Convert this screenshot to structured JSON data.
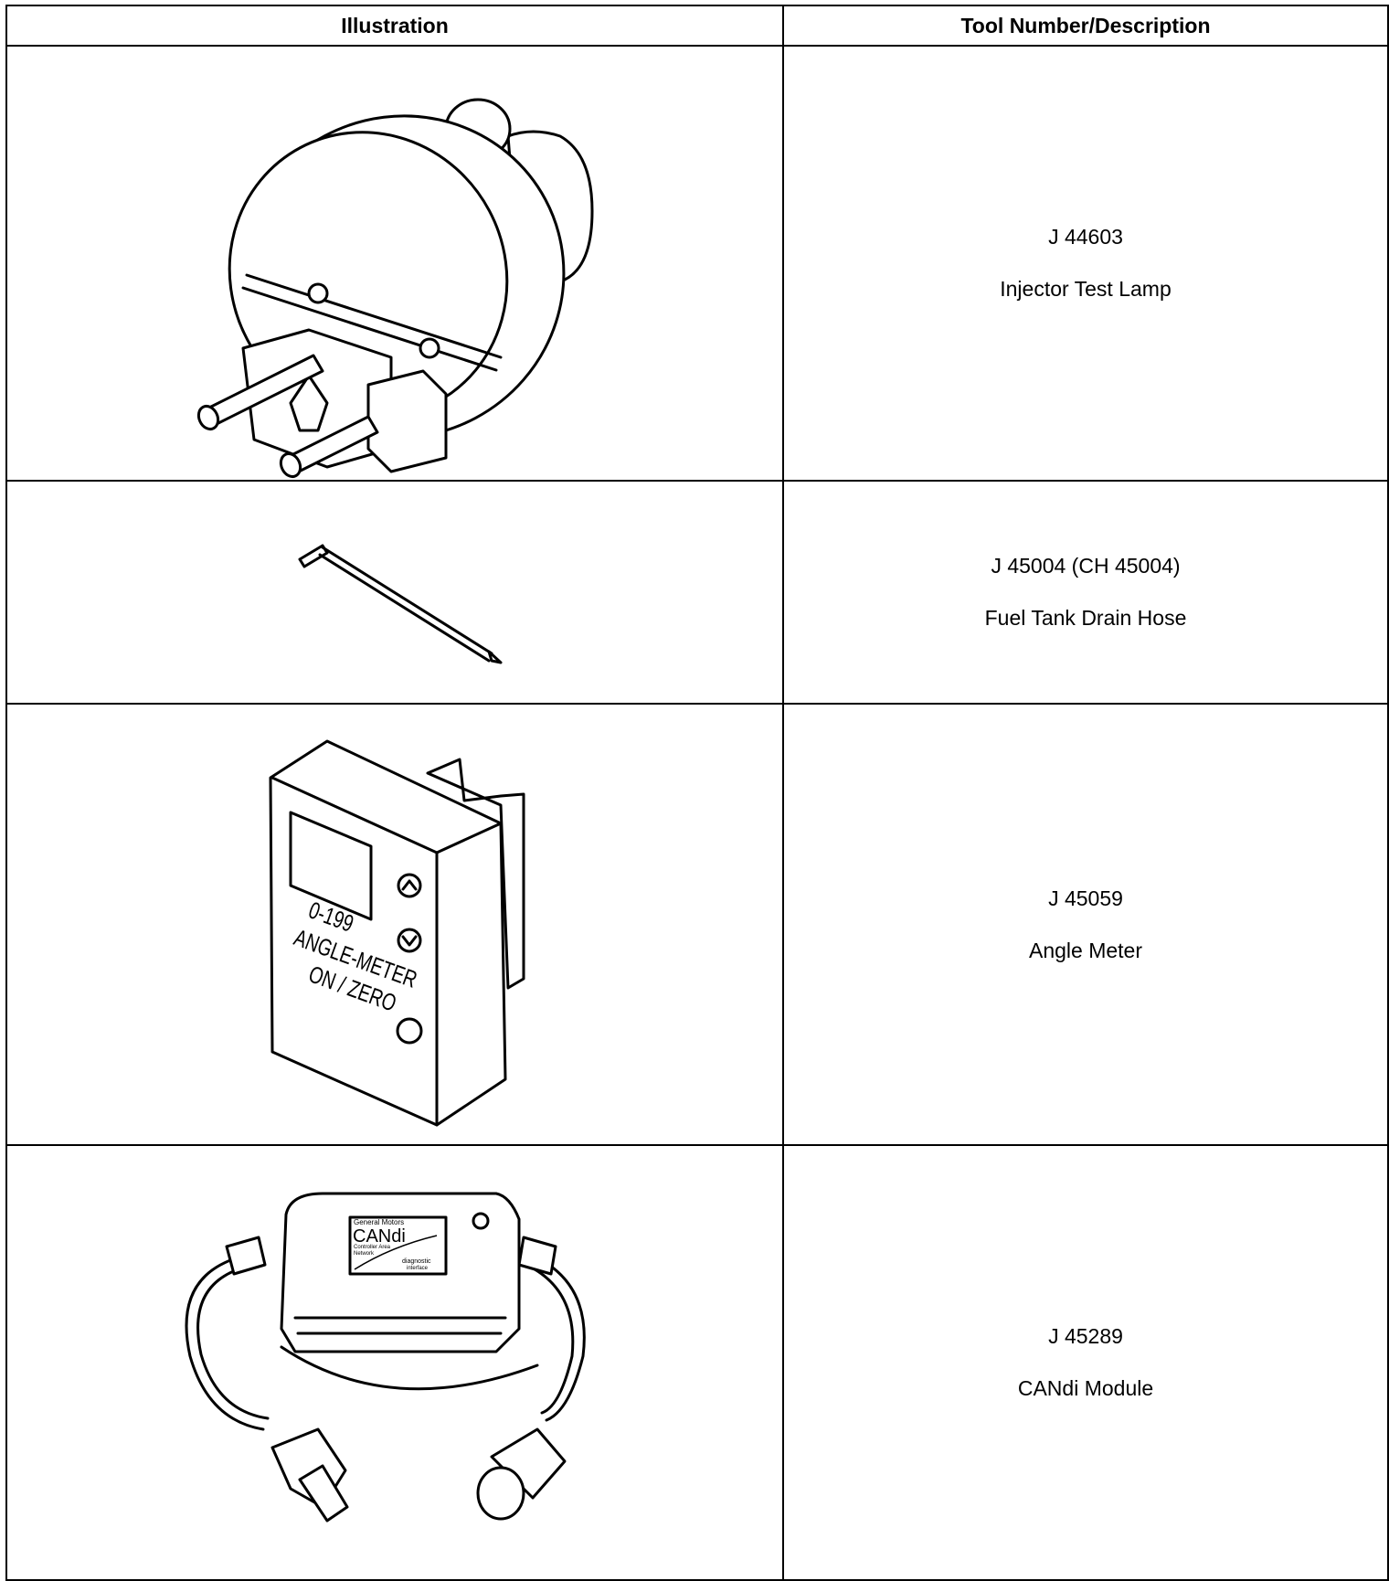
{
  "table": {
    "headers": {
      "illustration": "Illustration",
      "tool": "Tool Number/Description"
    },
    "rows": [
      {
        "number": "J 44603",
        "description": "Injector Test Lamp",
        "icon": "injector-test-lamp-illustration"
      },
      {
        "number": "J 45004 (CH 45004)",
        "description": "Fuel Tank Drain Hose",
        "icon": "fuel-tank-drain-hose-illustration"
      },
      {
        "number": "J 45059",
        "description": "Angle Meter",
        "icon": "angle-meter-illustration",
        "device_labels": {
          "range": "0-199",
          "name": "ANGLE-METER",
          "button": "ON / ZERO"
        }
      },
      {
        "number": "J 45289",
        "description": "CANdi Module",
        "icon": "candi-module-illustration",
        "device_labels": {
          "maker": "General Motors",
          "brand": "CANdi",
          "subtitle_1": "Controller Area",
          "subtitle_2": "Network",
          "footer_1": "diagnostic",
          "footer_2": "interface"
        }
      }
    ]
  }
}
